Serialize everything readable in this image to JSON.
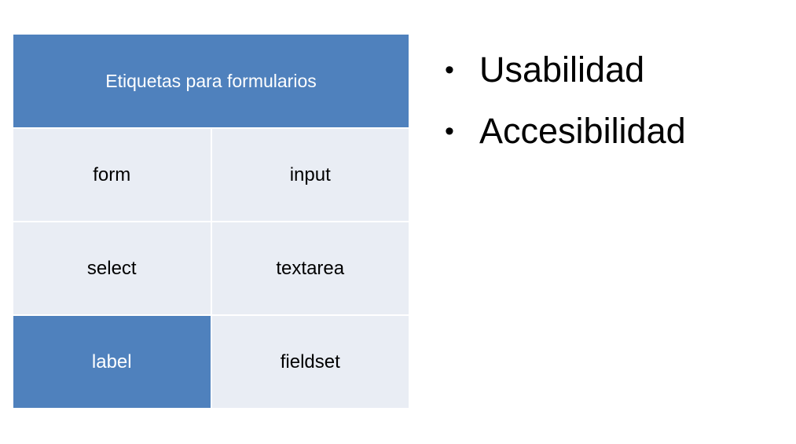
{
  "table": {
    "header": "Etiquetas para formularios",
    "rows": [
      [
        "form",
        "input"
      ],
      [
        "select",
        "textarea"
      ],
      [
        "label",
        "fieldset"
      ]
    ]
  },
  "bullets": [
    "Usabilidad",
    "Accesibilidad"
  ],
  "colors": {
    "accent": "#4f81bd",
    "cell_background": "#e9edf4"
  }
}
